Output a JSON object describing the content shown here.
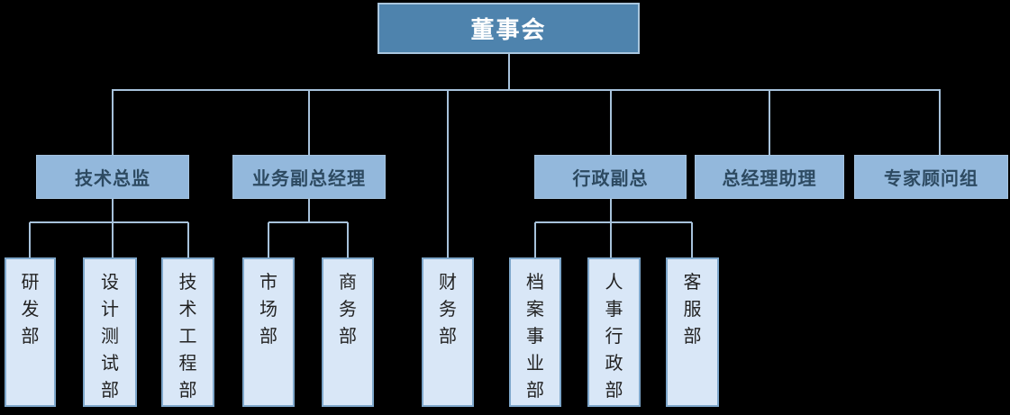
{
  "org_chart": {
    "root": {
      "label": "董事会"
    },
    "managers": [
      {
        "label": "技术总监",
        "reports_to": "董事会"
      },
      {
        "label": "业务副总经理",
        "reports_to": "董事会"
      },
      {
        "label": "行政副总",
        "reports_to": "董事会"
      },
      {
        "label": "总经理助理",
        "reports_to": "董事会"
      },
      {
        "label": "专家顾问组",
        "reports_to": "董事会"
      }
    ],
    "departments": [
      {
        "label": "研发部",
        "reports_to": "技术总监"
      },
      {
        "label": "设计测试部",
        "reports_to": "技术总监"
      },
      {
        "label": "技术工程部",
        "reports_to": "技术总监"
      },
      {
        "label": "市场部",
        "reports_to": "业务副总经理"
      },
      {
        "label": "商务部",
        "reports_to": "业务副总经理"
      },
      {
        "label": "财务部",
        "reports_to": "董事会"
      },
      {
        "label": "档案事业部",
        "reports_to": "行政副总"
      },
      {
        "label": "人事行政部",
        "reports_to": "行政副总"
      },
      {
        "label": "客服部",
        "reports_to": "行政副总"
      }
    ]
  },
  "colors": {
    "background": "#000000",
    "root_fill": "#4e83ad",
    "root_border": "#a9c6de",
    "root_text": "#ffffff",
    "manager_fill": "#93b8dc",
    "manager_text": "#2d4a61",
    "department_fill": "#d9e7f7",
    "department_border": "#7ea7cb",
    "department_text": "#222222",
    "connector": "#a7c2db"
  }
}
